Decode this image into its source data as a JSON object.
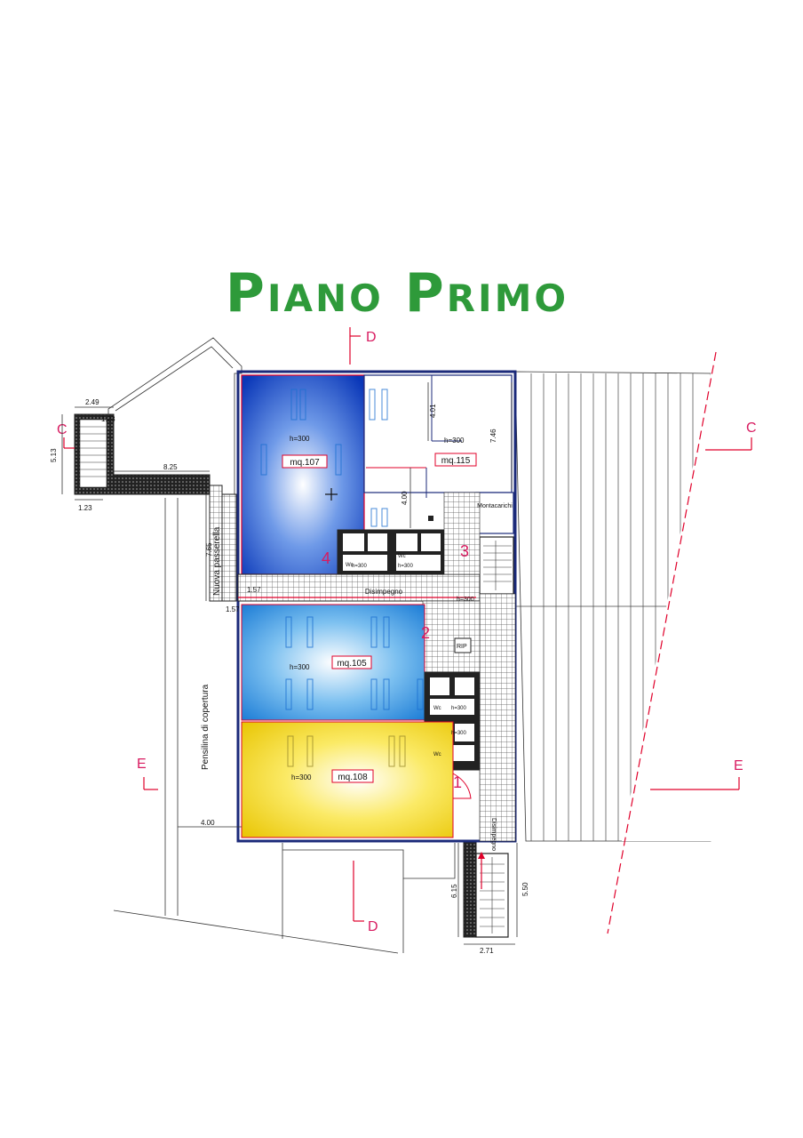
{
  "title": "Piano Primo",
  "rooms": {
    "r107": {
      "area": "mq.107",
      "height": "h=300",
      "color": "#1f4fd6"
    },
    "r115": {
      "area": "mq.115",
      "height": "h=300"
    },
    "r105": {
      "area": "mq.105",
      "height": "h=300",
      "color": "#2f8fe0"
    },
    "r108": {
      "area": "mq.108",
      "height": "h=300",
      "color": "#f1d400"
    }
  },
  "labels": {
    "montacarichi": "Montacarichi",
    "disimpegno_top": "Disimpegno",
    "disimpegno_height": "h=300",
    "disimpegno_right": "Disimpegno",
    "passerella": "Nuova passerella",
    "pensilina": "Pensilina di copertura",
    "wc": "Wc",
    "wc_h": "h=300",
    "rip": "RIP"
  },
  "sections": {
    "c": "C",
    "d": "D",
    "e": "E"
  },
  "markers": [
    "1",
    "2",
    "3",
    "4"
  ],
  "dimensions": {
    "d249": "2.49",
    "d123a": "1.23",
    "d513": "5.13",
    "d825": "8.25",
    "d123b": "1.23",
    "d765": "7.65",
    "d157a": "1.57",
    "d157b": "1.57",
    "d401": "4.01",
    "d746": "7.46",
    "d400a": "4.00",
    "d400b": "4.00",
    "d615": "6.15",
    "d550": "5.50",
    "d271": "2.71"
  }
}
